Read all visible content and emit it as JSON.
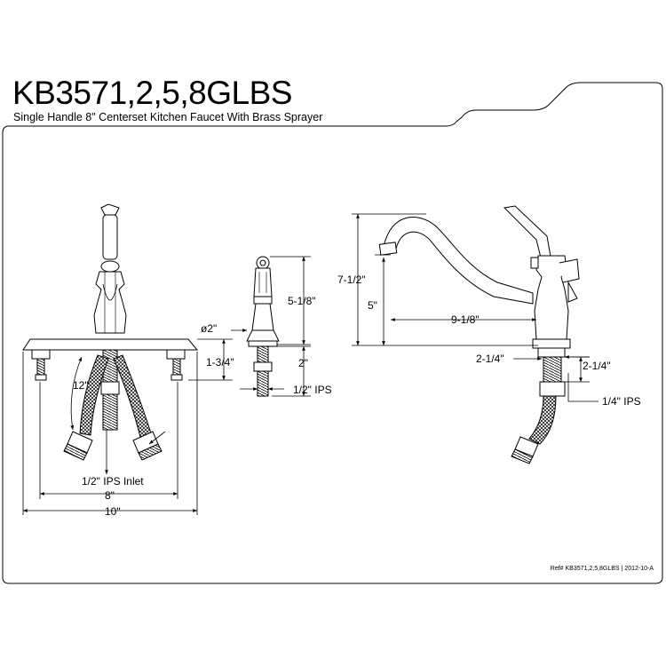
{
  "title": "KB3571,2,5,8GLBS",
  "subtitle": "Single Handle 8\" Centerset Kitchen Faucet With Brass Sprayer",
  "footer": "Ref# KB3571,2,5,8GLBS | 2012-10-A",
  "front_view": {
    "hose_length": "12\"",
    "height_below_deck": "1-3/4\"",
    "inlet": "1/2\" IPS Inlet",
    "centers": "8\"",
    "plate_width": "10\""
  },
  "sprayer_view": {
    "height": "5-1/8\"",
    "base_diameter": "ø2\"",
    "shank_length": "2\"",
    "thread": "1/2\" IPS"
  },
  "side_view": {
    "overall_height": "7-1/2\"",
    "spout_height": "5\"",
    "spout_reach": "9-1/8\"",
    "shank_left": "2-1/4\"",
    "shank_right": "2-1/4\"",
    "thread": "1/4\" IPS"
  }
}
